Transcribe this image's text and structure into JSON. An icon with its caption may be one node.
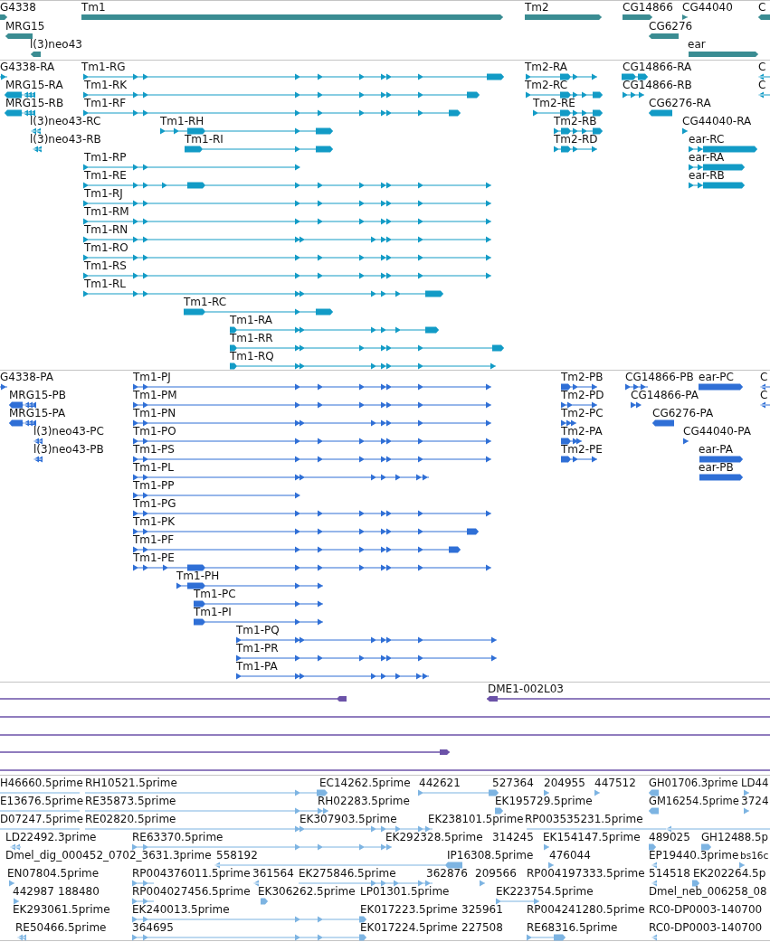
{
  "diagram": {
    "labels": [
      "G4338",
      "Tm1",
      "Tm2",
      "CG14866",
      "CG44040",
      "C",
      "MRG15",
      "CG6276",
      "l(3)neo43",
      "ear",
      "G4338-RA",
      "Tm1-RG",
      "Tm2-RA",
      "CG14866-RA",
      "C",
      "MRG15-RA",
      "Tm1-RK",
      "Tm2-RC",
      "CG14866-RB",
      "C",
      "MRG15-RB",
      "Tm1-RF",
      "Tm2-RE",
      "CG6276-RA",
      "l(3)neo43-RC",
      "Tm1-RH",
      "Tm2-RB",
      "CG44040-RA",
      "l(3)neo43-RB",
      "Tm1-RI",
      "Tm2-RD",
      "ear-RC",
      "Tm1-RP",
      "ear-RA",
      "Tm1-RE",
      "ear-RB",
      "Tm1-RJ",
      "Tm1-RM",
      "Tm1-RN",
      "Tm1-RO",
      "Tm1-RS",
      "Tm1-RL",
      "Tm1-RC",
      "Tm1-RA",
      "Tm1-RR",
      "Tm1-RQ",
      "G4338-PA",
      "Tm1-PJ",
      "Tm2-PB",
      "CG14866-PB",
      "ear-PC",
      "C",
      "MRG15-PB",
      "Tm1-PM",
      "Tm2-PD",
      "CG14866-PA",
      "C",
      "MRG15-PA",
      "Tm1-PN",
      "Tm2-PC",
      "CG6276-PA",
      "l(3)neo43-PC",
      "Tm1-PO",
      "Tm2-PA",
      "CG44040-PA",
      "l(3)neo43-PB",
      "Tm1-PS",
      "Tm2-PE",
      "ear-PA",
      "Tm1-PL",
      "ear-PB",
      "Tm1-PP",
      "Tm1-PG",
      "Tm1-PK",
      "Tm1-PF",
      "Tm1-PE",
      "Tm1-PH",
      "Tm1-PC",
      "Tm1-PI",
      "Tm1-PQ",
      "Tm1-PR",
      "Tm1-PA",
      "DME1-002L03",
      "H46660.5prime",
      "RH10521.5prime",
      "EC14262.5prime",
      "442621",
      "527364",
      "204955",
      "447512",
      "GH01706.3prime",
      "LD44",
      "E13676.5prime",
      "RE35873.5prime",
      "RH02283.5prime",
      "EK195729.5prime",
      "GM16254.5prime",
      "3724",
      "D07247.5prime",
      "RE02820.5prime",
      "EK307903.5prime",
      "EK238101.5prime",
      "RP003535231.5prime",
      "LD22492.3prime",
      "RE63370.5prime",
      "EK292328.5prime",
      "314245",
      "EK154147.5prime",
      "489025",
      "GH12488.5p",
      "Dmel_dig_000452_0702_3631.3prime",
      "558192",
      "IP16308.5prime",
      "476044",
      "EP19440.3prime",
      "bs16c",
      "EN07804.5prime",
      "RP004376011.5prime",
      "361564",
      "EK275846.5prime",
      "362876",
      "209566",
      "RP004197333.5prime",
      "514518",
      "EK202264.5p",
      "442987",
      "188480",
      "RP004027456.5prime",
      "EK306262.5prime",
      "LP01301.5prime",
      "EK223754.5prime",
      "Dmel_neb_006258_08",
      "EK293061.5prime",
      "EK240013.5prime",
      "EK017223.5prime",
      "325961",
      "RP004241280.5prime",
      "RC0-DP0003-140700",
      "RE50466.5prime",
      "364695",
      "EK017224.5prime",
      "227508",
      "RE68316.5prime",
      "RC0-DP0003-140700"
    ]
  }
}
